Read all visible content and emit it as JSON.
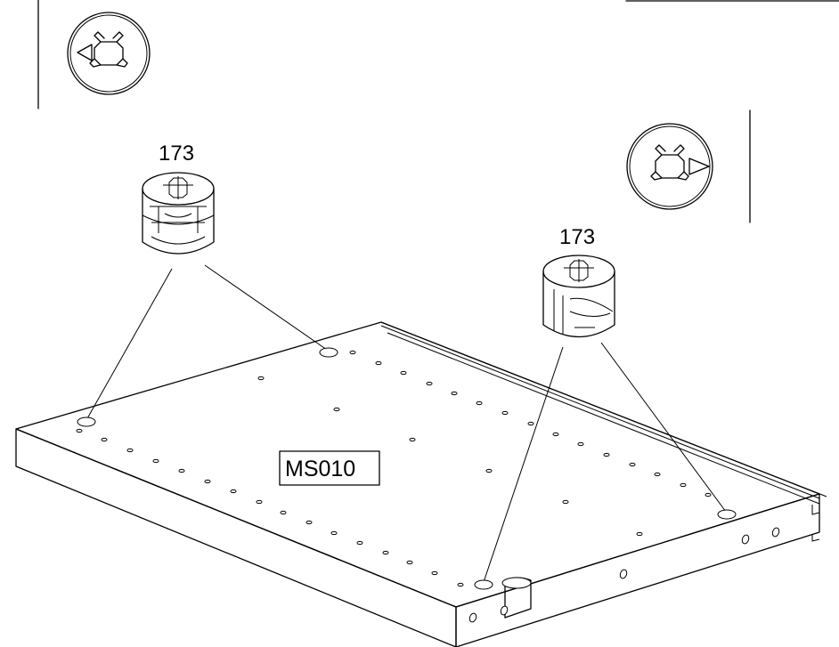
{
  "diagram": {
    "parts": [
      {
        "id": "cam-left",
        "label": "173"
      },
      {
        "id": "cam-right",
        "label": "173"
      }
    ],
    "panel_label": "MS010"
  }
}
